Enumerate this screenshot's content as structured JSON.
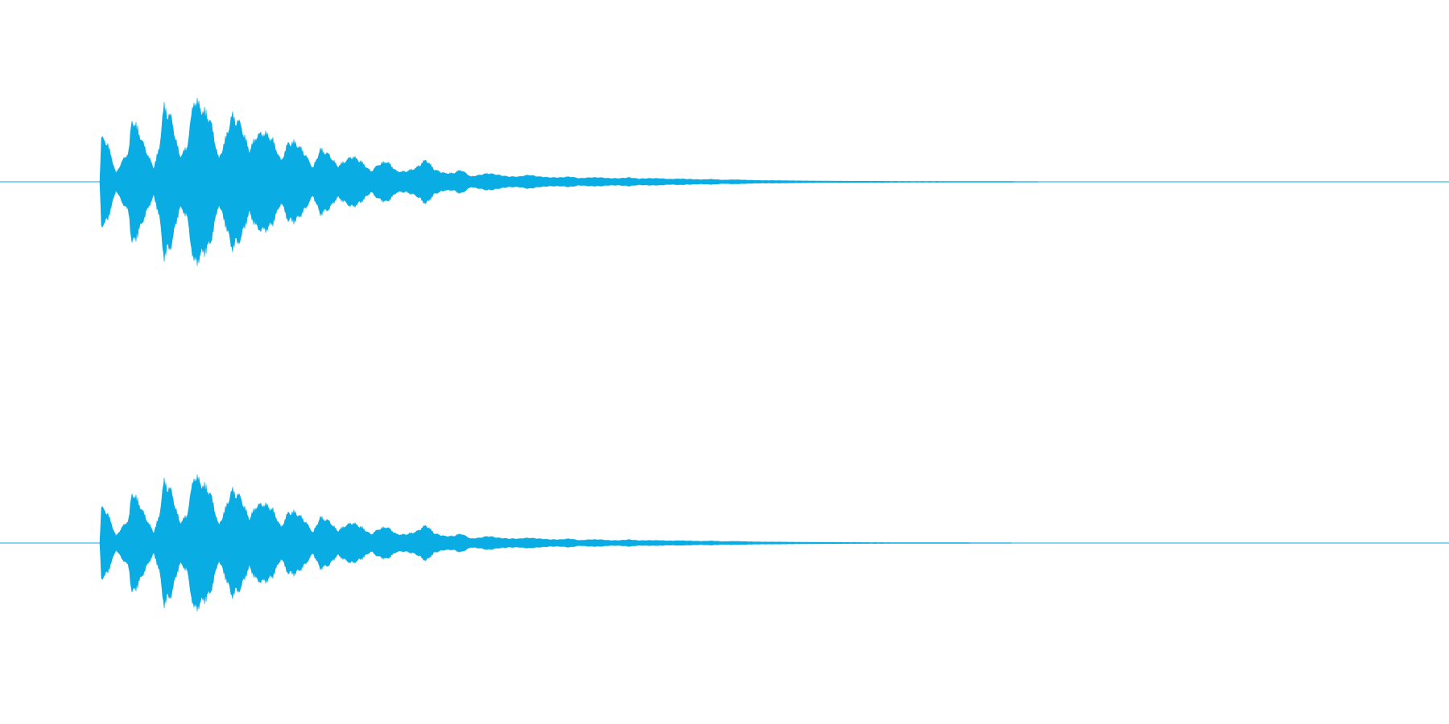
{
  "chart_data": {
    "type": "area",
    "title": "",
    "xlabel": "",
    "ylabel": "",
    "grid": false,
    "legend": "none",
    "color": "#09ace3",
    "series": [
      {
        "channel": 1,
        "envelope": [
          [
            0.0,
            0.0
          ],
          [
            0.069,
            0.0
          ],
          [
            0.07,
            0.52
          ],
          [
            0.074,
            0.46
          ],
          [
            0.08,
            0.1
          ],
          [
            0.085,
            0.26
          ],
          [
            0.089,
            0.36
          ],
          [
            0.091,
            0.74
          ],
          [
            0.095,
            0.62
          ],
          [
            0.1,
            0.4
          ],
          [
            0.106,
            0.16
          ],
          [
            0.11,
            0.4
          ],
          [
            0.113,
            0.88
          ],
          [
            0.118,
            0.76
          ],
          [
            0.124,
            0.3
          ],
          [
            0.129,
            0.4
          ],
          [
            0.134,
            0.98
          ],
          [
            0.139,
            0.86
          ],
          [
            0.145,
            0.74
          ],
          [
            0.151,
            0.26
          ],
          [
            0.156,
            0.52
          ],
          [
            0.16,
            0.78
          ],
          [
            0.166,
            0.68
          ],
          [
            0.172,
            0.36
          ],
          [
            0.177,
            0.54
          ],
          [
            0.182,
            0.58
          ],
          [
            0.188,
            0.5
          ],
          [
            0.194,
            0.24
          ],
          [
            0.199,
            0.46
          ],
          [
            0.204,
            0.46
          ],
          [
            0.21,
            0.34
          ],
          [
            0.216,
            0.16
          ],
          [
            0.221,
            0.38
          ],
          [
            0.227,
            0.32
          ],
          [
            0.233,
            0.18
          ],
          [
            0.238,
            0.24
          ],
          [
            0.243,
            0.3
          ],
          [
            0.249,
            0.24
          ],
          [
            0.256,
            0.12
          ],
          [
            0.261,
            0.2
          ],
          [
            0.267,
            0.24
          ],
          [
            0.274,
            0.12
          ],
          [
            0.28,
            0.12
          ],
          [
            0.287,
            0.16
          ],
          [
            0.294,
            0.26
          ],
          [
            0.3,
            0.14
          ],
          [
            0.307,
            0.1
          ],
          [
            0.313,
            0.1
          ],
          [
            0.318,
            0.14
          ],
          [
            0.325,
            0.06
          ],
          [
            0.331,
            0.08
          ],
          [
            0.337,
            0.1
          ],
          [
            0.344,
            0.08
          ],
          [
            0.351,
            0.06
          ],
          [
            0.358,
            0.06
          ],
          [
            0.365,
            0.08
          ],
          [
            0.372,
            0.06
          ],
          [
            0.38,
            0.05
          ],
          [
            0.387,
            0.05
          ],
          [
            0.393,
            0.06
          ],
          [
            0.4,
            0.04
          ],
          [
            0.407,
            0.05
          ],
          [
            0.414,
            0.05
          ],
          [
            0.421,
            0.04
          ],
          [
            0.428,
            0.04
          ],
          [
            0.434,
            0.05
          ],
          [
            0.441,
            0.035
          ],
          [
            0.448,
            0.04
          ],
          [
            0.455,
            0.04
          ],
          [
            0.462,
            0.03
          ],
          [
            0.469,
            0.035
          ],
          [
            0.476,
            0.03
          ],
          [
            0.484,
            0.025
          ],
          [
            0.491,
            0.03
          ],
          [
            0.499,
            0.02
          ],
          [
            0.507,
            0.025
          ],
          [
            0.515,
            0.02
          ],
          [
            0.525,
            0.015
          ],
          [
            0.535,
            0.015
          ],
          [
            0.548,
            0.012
          ],
          [
            0.56,
            0.01
          ],
          [
            0.575,
            0.008
          ],
          [
            0.59,
            0.007
          ],
          [
            0.61,
            0.006
          ],
          [
            0.63,
            0.005
          ],
          [
            0.65,
            0.005
          ],
          [
            0.67,
            0.004
          ],
          [
            0.69,
            0.004
          ],
          [
            0.7,
            0.003
          ],
          [
            0.72,
            0.002
          ],
          [
            0.73,
            0.0
          ],
          [
            1.0,
            0.0
          ]
        ]
      },
      {
        "channel": 2,
        "envelope": [
          [
            0.0,
            0.0
          ],
          [
            0.069,
            0.0
          ],
          [
            0.07,
            0.42
          ],
          [
            0.074,
            0.36
          ],
          [
            0.08,
            0.08
          ],
          [
            0.085,
            0.2
          ],
          [
            0.089,
            0.28
          ],
          [
            0.091,
            0.6
          ],
          [
            0.095,
            0.5
          ],
          [
            0.1,
            0.32
          ],
          [
            0.106,
            0.12
          ],
          [
            0.11,
            0.32
          ],
          [
            0.113,
            0.72
          ],
          [
            0.118,
            0.62
          ],
          [
            0.124,
            0.24
          ],
          [
            0.129,
            0.32
          ],
          [
            0.134,
            0.8
          ],
          [
            0.139,
            0.7
          ],
          [
            0.145,
            0.6
          ],
          [
            0.151,
            0.2
          ],
          [
            0.156,
            0.42
          ],
          [
            0.16,
            0.62
          ],
          [
            0.166,
            0.54
          ],
          [
            0.172,
            0.28
          ],
          [
            0.177,
            0.44
          ],
          [
            0.182,
            0.46
          ],
          [
            0.188,
            0.4
          ],
          [
            0.194,
            0.18
          ],
          [
            0.199,
            0.36
          ],
          [
            0.204,
            0.36
          ],
          [
            0.21,
            0.27
          ],
          [
            0.216,
            0.12
          ],
          [
            0.221,
            0.3
          ],
          [
            0.227,
            0.26
          ],
          [
            0.233,
            0.14
          ],
          [
            0.238,
            0.2
          ],
          [
            0.243,
            0.24
          ],
          [
            0.249,
            0.19
          ],
          [
            0.256,
            0.1
          ],
          [
            0.261,
            0.16
          ],
          [
            0.267,
            0.19
          ],
          [
            0.274,
            0.1
          ],
          [
            0.28,
            0.1
          ],
          [
            0.287,
            0.13
          ],
          [
            0.294,
            0.21
          ],
          [
            0.3,
            0.11
          ],
          [
            0.307,
            0.08
          ],
          [
            0.313,
            0.08
          ],
          [
            0.318,
            0.11
          ],
          [
            0.325,
            0.05
          ],
          [
            0.331,
            0.06
          ],
          [
            0.337,
            0.08
          ],
          [
            0.344,
            0.06
          ],
          [
            0.351,
            0.05
          ],
          [
            0.358,
            0.05
          ],
          [
            0.365,
            0.06
          ],
          [
            0.372,
            0.05
          ],
          [
            0.38,
            0.04
          ],
          [
            0.387,
            0.04
          ],
          [
            0.393,
            0.05
          ],
          [
            0.4,
            0.03
          ],
          [
            0.407,
            0.04
          ],
          [
            0.414,
            0.04
          ],
          [
            0.421,
            0.03
          ],
          [
            0.428,
            0.03
          ],
          [
            0.434,
            0.04
          ],
          [
            0.441,
            0.028
          ],
          [
            0.448,
            0.03
          ],
          [
            0.455,
            0.03
          ],
          [
            0.462,
            0.024
          ],
          [
            0.469,
            0.028
          ],
          [
            0.476,
            0.024
          ],
          [
            0.484,
            0.02
          ],
          [
            0.491,
            0.024
          ],
          [
            0.499,
            0.016
          ],
          [
            0.507,
            0.02
          ],
          [
            0.515,
            0.016
          ],
          [
            0.525,
            0.012
          ],
          [
            0.535,
            0.012
          ],
          [
            0.548,
            0.01
          ],
          [
            0.56,
            0.008
          ],
          [
            0.575,
            0.007
          ],
          [
            0.59,
            0.006
          ],
          [
            0.61,
            0.005
          ],
          [
            0.63,
            0.004
          ],
          [
            0.65,
            0.004
          ],
          [
            0.67,
            0.003
          ],
          [
            0.69,
            0.003
          ],
          [
            0.7,
            0.002
          ],
          [
            0.72,
            0.002
          ],
          [
            0.73,
            0.0
          ],
          [
            1.0,
            0.0
          ]
        ]
      }
    ],
    "x_range": [
      0,
      1
    ],
    "y_range": [
      -1,
      1
    ]
  }
}
